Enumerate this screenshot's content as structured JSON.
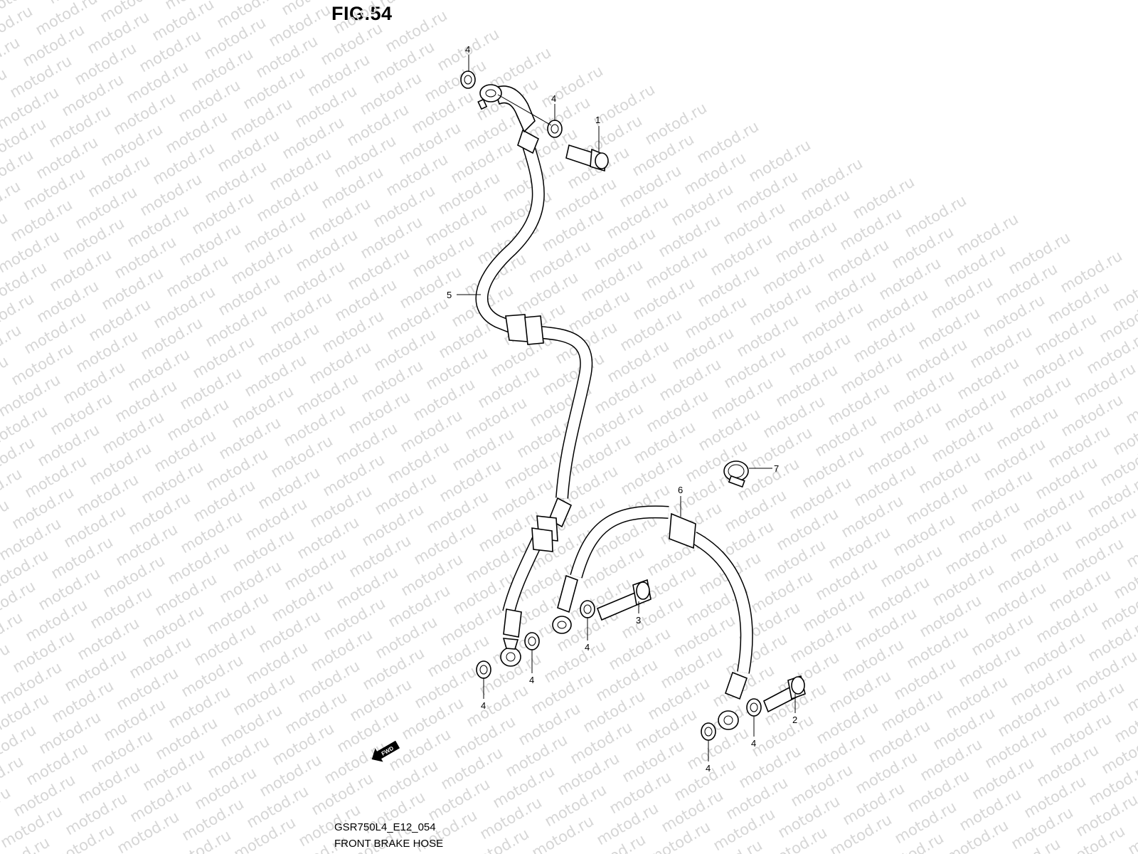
{
  "figure": {
    "title": "FIG.54",
    "code": "GSR750L4_E12_054",
    "name": "FRONT BRAKE HOSE"
  },
  "watermark": "motod.ru",
  "fwd_label": "FWD",
  "callouts": [
    {
      "id": "washer-top-left",
      "label": "4"
    },
    {
      "id": "washer-top-right",
      "label": "4"
    },
    {
      "id": "union-bolt-1",
      "label": "1"
    },
    {
      "id": "hose-5",
      "label": "5"
    },
    {
      "id": "clamp-7",
      "label": "7"
    },
    {
      "id": "hose-6",
      "label": "6"
    },
    {
      "id": "union-bolt-3",
      "label": "3"
    },
    {
      "id": "washer-mid-a",
      "label": "4"
    },
    {
      "id": "washer-mid-b",
      "label": "4"
    },
    {
      "id": "washer-mid-c",
      "label": "4"
    },
    {
      "id": "union-bolt-2",
      "label": "2"
    },
    {
      "id": "washer-low-a",
      "label": "4"
    },
    {
      "id": "washer-low-b",
      "label": "4"
    }
  ]
}
